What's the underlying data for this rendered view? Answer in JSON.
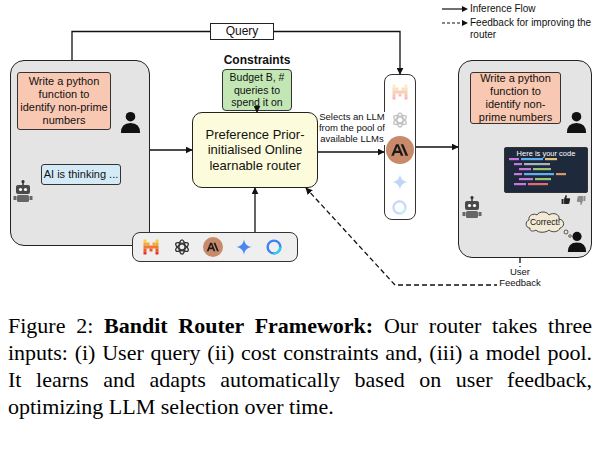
{
  "diagram": {
    "caption": "Figure 2: Bandit Router Framework: Our router takes three inputs: (i) User query (ii) cost constraints and, (iii) a model pool. It learns and adapts automatically based on user feedback, optimizing LLM selection over time.",
    "nodes": [
      {
        "text": [
          "Query"
        ]
      },
      {},
      {
        "text": [
          "Write a python function to identify non-prime numbers"
        ],
        "in": 1
      },
      {
        "text": [
          "AI is thinking ..."
        ],
        "in": 1
      },
      {
        "text": [
          "Constraints",
          "Budget B, # queries to spend it on"
        ]
      },
      {
        "text": [
          "Preference Prior-initialised Online learnable router"
        ]
      },
      {},
      {},
      {
        "text": [
          "Write a python function to identify non-prime numbers"
        ],
        "in": 7
      },
      {
        "text": [
          "Here is your code"
        ],
        "in": 7
      },
      {
        "text": [
          "Correct!"
        ],
        "in": 7
      },
      {}
    ],
    "edges": [
      {
        "from": 1,
        "to": 0,
        "arrow": "none"
      },
      {
        "from": 0,
        "to": 6,
        "arrow": "to"
      },
      {
        "from": 1,
        "to": 5,
        "arrow": "to"
      },
      {
        "from": 4,
        "to": 5,
        "arrow": "to"
      },
      {
        "from": 5,
        "to": 6,
        "label": "Selects an LLM from the pool of available LLMs",
        "arrow": "to"
      },
      {
        "from": 6,
        "to": 7,
        "arrow": "to"
      },
      {
        "from": 11,
        "to": 5,
        "arrow": "to"
      },
      {
        "from": 7,
        "to": 5,
        "label": "User Feedback",
        "arrow": "to"
      }
    ],
    "legend": [
      {
        "text": "Inference Flow"
      },
      {
        "text": "Feedback for improving the router"
      }
    ]
  }
}
